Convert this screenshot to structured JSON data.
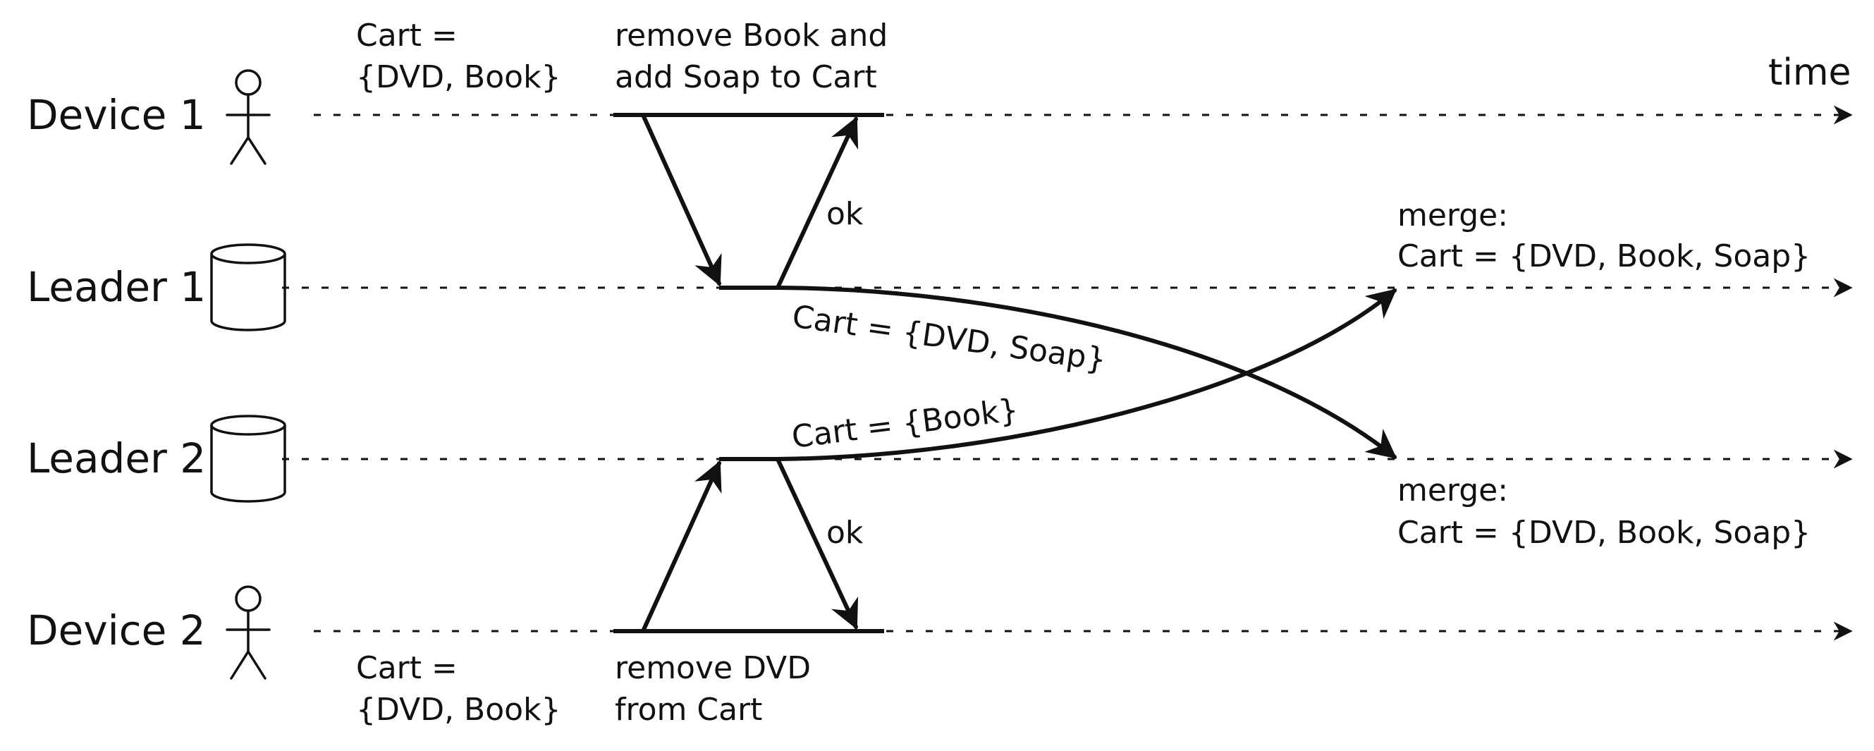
{
  "rows": {
    "device1": "Device 1",
    "leader1": "Leader 1",
    "leader2": "Leader 2",
    "device2": "Device 2"
  },
  "time_label": "time",
  "notes": {
    "device1_cart_line1": "Cart =",
    "device1_cart_line2": "{DVD, Book}",
    "device1_action_line1": "remove Book and",
    "device1_action_line2": "add Soap to Cart",
    "device2_cart_line1": "Cart =",
    "device2_cart_line2": "{DVD, Book}",
    "device2_action_line1": "remove DVD",
    "device2_action_line2": "from Cart",
    "leader1_merge_line1": "merge:",
    "leader1_merge_line2": "Cart = {DVD, Book, Soap}",
    "leader2_merge_line1": "merge:",
    "leader2_merge_line2": "Cart = {DVD, Book, Soap}"
  },
  "messages": {
    "ok_top": "ok",
    "ok_bottom": "ok",
    "replicate_leader1": "Cart = {DVD, Soap}",
    "replicate_leader2": "Cart = {Book}"
  },
  "icons": {
    "device1": "stick-figure-icon",
    "leader1": "database-cylinder-icon",
    "leader2": "database-cylinder-icon",
    "device2": "stick-figure-icon"
  }
}
